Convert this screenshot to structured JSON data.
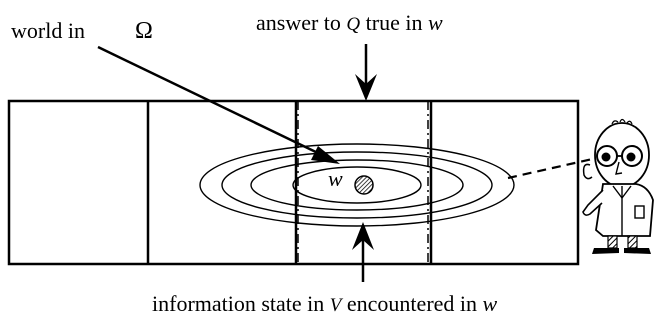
{
  "labels": {
    "world_in": "world in",
    "omega": "Ω",
    "answer_prefix": "answer to ",
    "answer_var": "Q",
    "answer_mid": " true in ",
    "answer_world": "w",
    "world_var": "w",
    "info_prefix": "information state in ",
    "info_var": "V",
    "info_mid": " encountered in ",
    "info_world": "w"
  },
  "colors": {
    "ink": "#000000",
    "paper": "#ffffff"
  },
  "icons": {
    "observer": "scientist-figure-icon",
    "world_point": "hatched-circle-icon"
  }
}
